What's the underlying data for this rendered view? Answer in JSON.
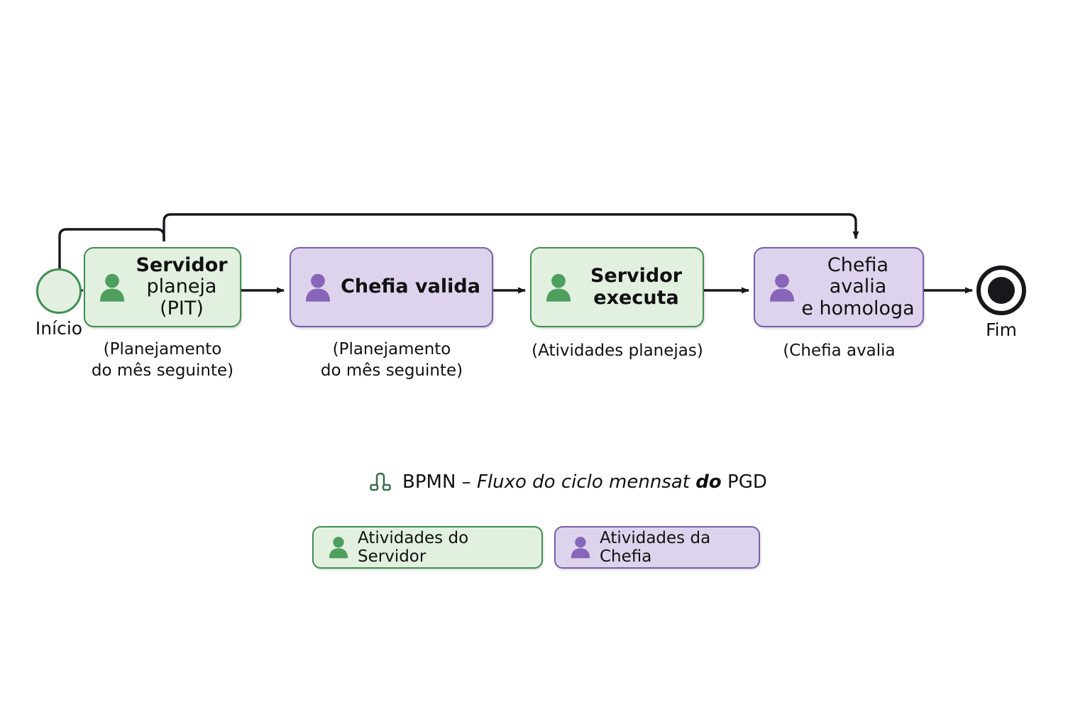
{
  "diagram": {
    "title": "BPMN - Fluxo do ciclo mennsat do PGD",
    "caption": {
      "icon": "bpmn-icon",
      "prefix": "BPMN – ",
      "italic_part": "Fluxo do ciclo mennsat ",
      "italic_bold_part": "do",
      "suffix": " PGD"
    },
    "colors": {
      "green_fill": "#e2f0e0",
      "green_border": "#3f8f4f",
      "green_icon": "#4e9f5e",
      "purple_fill": "#ded3ed",
      "purple_border": "#7b5ea7",
      "purple_icon": "#8765b8",
      "connector": "#17171c",
      "end_event": "#17171c",
      "text": "#111111"
    },
    "start_event": {
      "icon": "start-event-circle",
      "label": "Início"
    },
    "end_event": {
      "icon": "end-event-circle",
      "label": "Fim"
    },
    "nodes": [
      {
        "id": "servidor-planeja",
        "role": "servidor",
        "color": "green",
        "icon": "person-icon",
        "line1": "Servidor",
        "line2": "planeja (PIT)",
        "caption": "(Planejamento\ndo mês seguinte)"
      },
      {
        "id": "chefia-valida",
        "role": "chefia",
        "color": "purple",
        "icon": "person-icon",
        "line1": "Chefia valida",
        "line2": "",
        "caption": "(Planejamento\ndo mês seguinte)"
      },
      {
        "id": "servidor-executa",
        "role": "servidor",
        "color": "green",
        "icon": "person-icon",
        "line1": "Servidor",
        "line2": "executa",
        "caption": "(Atividades planejas)"
      },
      {
        "id": "chefia-avalia-homologa",
        "role": "chefia",
        "color": "purple",
        "icon": "person-icon",
        "line1": "Chefia avalia",
        "line2": "e homologa",
        "caption": "(Chefia avalia"
      }
    ],
    "legend": [
      {
        "id": "atividades-servidor",
        "color": "green",
        "icon": "person-icon",
        "label": "Atividades do Servidor"
      },
      {
        "id": "atividades-chefia",
        "color": "purple",
        "icon": "person-icon",
        "label": "Atividades da Chefia"
      }
    ],
    "flows": [
      {
        "from": "start-event",
        "to": "servidor-planeja",
        "type": "sequence"
      },
      {
        "from": "servidor-planeja",
        "to": "chefia-valida",
        "type": "sequence"
      },
      {
        "from": "chefia-valida",
        "to": "servidor-executa",
        "type": "sequence"
      },
      {
        "from": "servidor-executa",
        "to": "chefia-avalia-homologa",
        "type": "sequence"
      },
      {
        "from": "chefia-avalia-homologa",
        "to": "end-event",
        "type": "sequence"
      },
      {
        "from": "loop-outer",
        "to": "chefia-avalia-homologa",
        "type": "feedback-loop"
      },
      {
        "from": "loop-inner",
        "to": "servidor-planeja",
        "type": "feedback-loop"
      }
    ]
  }
}
